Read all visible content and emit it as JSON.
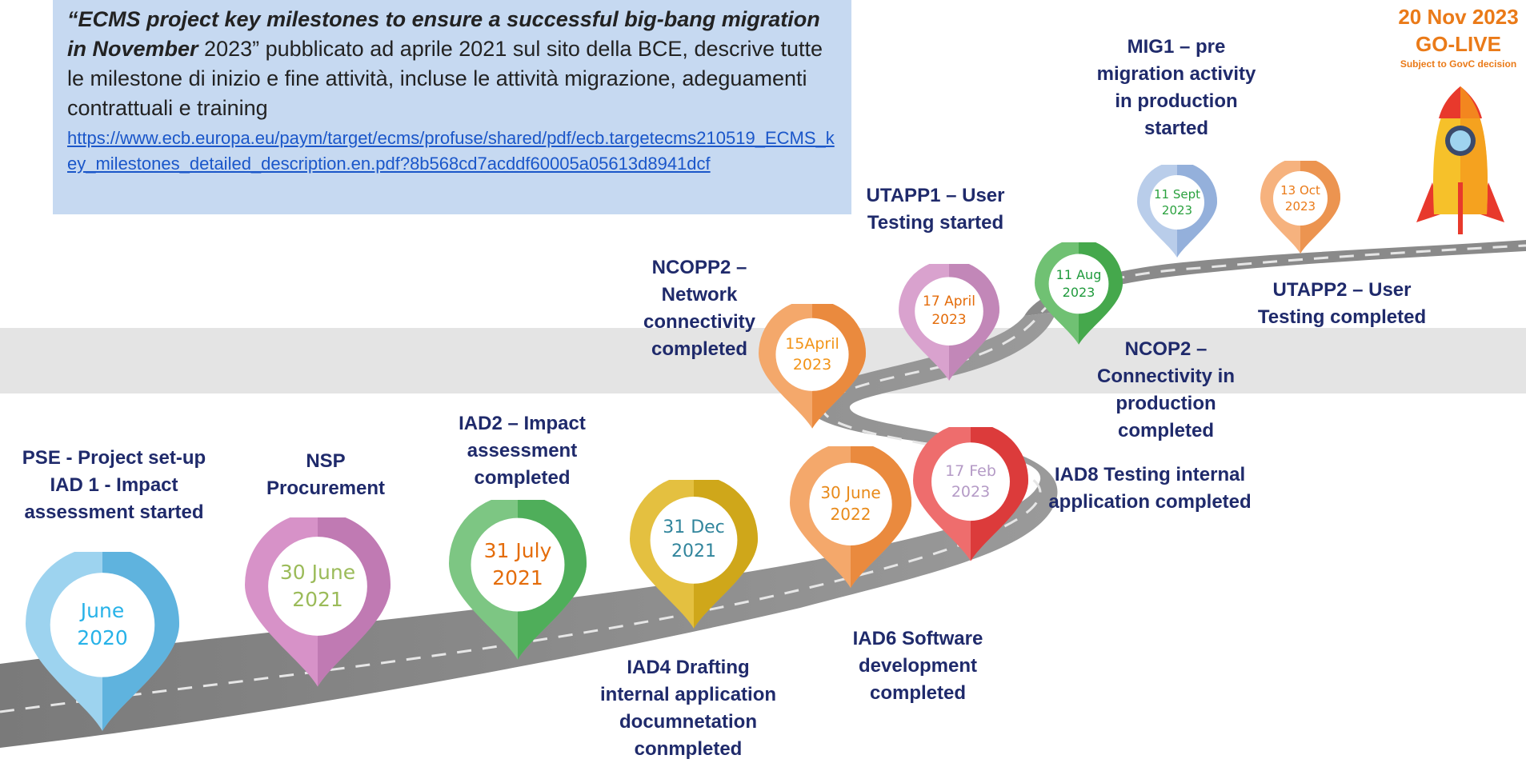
{
  "info": {
    "title": "“ECMS project key milestones to ensure a successful big-bang migration in November",
    "text": " 2023” pubblicato ad aprile 2021 sul sito della BCE, descrive tutte le milestone di inizio e fine attività, incluse le attività migrazione, adeguamenti contrattuali e training",
    "link": "https://www.ecb.europa.eu/paym/target/ecms/profuse/shared/pdf/ecb.targetecms210519_ECMS_key_milestones_detailed_description.en.pdf?8b568cd7acddf60005a05613d8941dcf"
  },
  "golive": {
    "date": "20 Nov 2023",
    "label": "GO-LIVE",
    "note": "Subject to GovC decision"
  },
  "milestones": [
    {
      "date_line1": "June",
      "date_line2": "2020",
      "label": [
        "PSE - Project set-up",
        "IAD 1 - Impact",
        "assessment started"
      ],
      "colors": {
        "light": "#9dd3ef",
        "dark": "#5fb3de",
        "inner": "#ffffff",
        "text": "#27b2e8"
      }
    },
    {
      "date_line1": "30 June",
      "date_line2": "2021",
      "label": [
        "NSP",
        "Procurement"
      ],
      "colors": {
        "light": "#d792c8",
        "dark": "#c07ab3",
        "inner": "#ffffff",
        "text": "#9bbb59"
      }
    },
    {
      "date_line1": "31 July",
      "date_line2": "2021",
      "label": [
        "IAD2 – Impact",
        "assessment",
        "completed"
      ],
      "colors": {
        "light": "#7dc683",
        "dark": "#4fae5a",
        "inner": "#ffffff",
        "text": "#e46c0a"
      }
    },
    {
      "date_line1": "31 Dec",
      "date_line2": "2021",
      "label": [
        "IAD4 Drafting",
        "internal application",
        "documnetation",
        "conmpleted"
      ],
      "colors": {
        "light": "#e4c040",
        "dark": "#cfa71a",
        "inner": "#ffffff",
        "text": "#31859c"
      }
    },
    {
      "date_line1": "30 June",
      "date_line2": "2022",
      "label": [
        "IAD6 Software",
        "development",
        "completed"
      ],
      "colors": {
        "light": "#f4a86b",
        "dark": "#ea8a3e",
        "inner": "#ffffff",
        "text": "#e88a1a"
      }
    },
    {
      "date_line1": "17 Feb",
      "date_line2": "2023",
      "label": [
        "IAD8 Testing internal",
        "application completed"
      ],
      "colors": {
        "light": "#ee6d6d",
        "dark": "#dc3b3b",
        "inner": "#ffffff",
        "text": "#b49ac6"
      }
    },
    {
      "date_line1": "15April",
      "date_line2": "2023",
      "label": [
        "NCOPP2 –",
        "Network",
        "connectivity",
        "completed"
      ],
      "colors": {
        "light": "#f4a86b",
        "dark": "#ea8a3e",
        "inner": "#ffffff",
        "text": "#f29418"
      }
    },
    {
      "date_line1": "17 April",
      "date_line2": "2023",
      "label": [
        "UTAPP1 – User",
        "Testing started"
      ],
      "colors": {
        "light": "#d9a2ce",
        "dark": "#c287b8",
        "inner": "#ffffff",
        "text": "#e46c0a"
      }
    },
    {
      "date_line1": "11 Aug",
      "date_line2": "2023",
      "label": [
        "NCOP2 –",
        "Connectivity in",
        "production",
        "completed"
      ],
      "colors": {
        "light": "#70c173",
        "dark": "#45a84c",
        "inner": "#ffffff",
        "text": "#1f9a3c"
      }
    },
    {
      "date_line1": "11 Sept",
      "date_line2": "2023",
      "label": [
        "MIG1 – pre",
        "migration activity",
        "in production",
        "started"
      ],
      "colors": {
        "light": "#b9cdea",
        "dark": "#94b0db",
        "inner": "#ffffff",
        "text": "#2aa13e"
      }
    },
    {
      "date_line1": "13 Oct",
      "date_line2": "2023",
      "label": [
        "UTAPP2 – User",
        "Testing completed"
      ],
      "colors": {
        "light": "#f6b27e",
        "dark": "#ec9450",
        "inner": "#ffffff",
        "text": "#ea7a18"
      }
    }
  ]
}
